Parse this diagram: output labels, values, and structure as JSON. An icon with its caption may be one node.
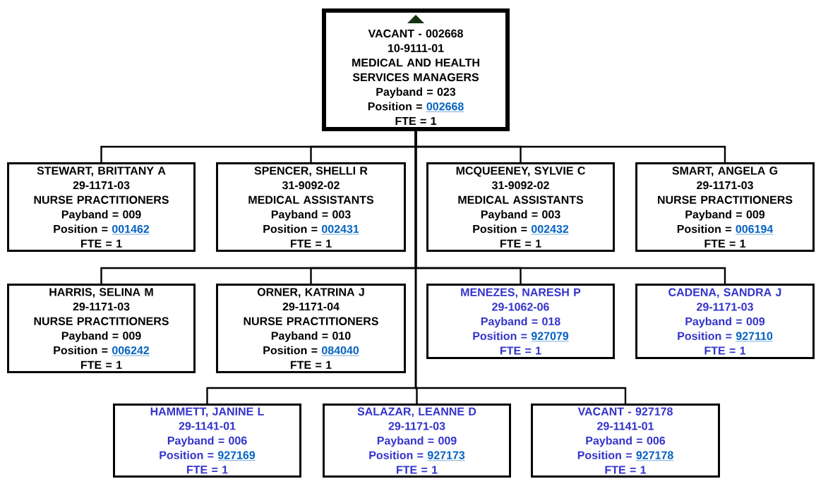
{
  "diagram": {
    "nodes": [
      {
        "text": [
          "VACANT - 002668",
          "10-9111-01",
          "MEDICAL AND HEALTH SERVICES MANAGERS",
          "Payband = 023",
          "Position =",
          "002668",
          "FTE = 1"
        ]
      },
      {
        "text": [
          "STEWART, BRITTANY A",
          "29-1171-03",
          "NURSE PRACTITIONERS",
          "Payband = 009",
          "Position =",
          "001462",
          "FTE = 1"
        ]
      },
      {
        "text": [
          "SPENCER, SHELLI R",
          "31-9092-02",
          "MEDICAL ASSISTANTS",
          "Payband = 003",
          "Position =",
          "002431",
          "FTE = 1"
        ]
      },
      {
        "text": [
          "MCQUEENEY, SYLVIE C",
          "31-9092-02",
          "MEDICAL ASSISTANTS",
          "Payband = 003",
          "Position =",
          "002432",
          "FTE = 1"
        ]
      },
      {
        "text": [
          "SMART, ANGELA G",
          "29-1171-03",
          "NURSE PRACTITIONERS",
          "Payband = 009",
          "Position =",
          "006194",
          "FTE = 1"
        ]
      },
      {
        "text": [
          "HARRIS, SELINA M",
          "29-1171-03",
          "NURSE PRACTITIONERS",
          "Payband = 009",
          "Position =",
          "006242",
          "FTE = 1"
        ]
      },
      {
        "text": [
          "ORNER, KATRINA J",
          "29-1171-04",
          "NURSE PRACTITIONERS",
          "Payband = 010",
          "Position =",
          "084040",
          "FTE = 1"
        ]
      },
      {
        "text": [
          "MENEZES, NARESH P",
          "29-1062-06",
          "Payband = 018",
          "Position =",
          "927079",
          "FTE = 1"
        ]
      },
      {
        "text": [
          "CADENA, SANDRA J",
          "29-1171-03",
          "Payband = 009",
          "Position =",
          "927110",
          "FTE = 1"
        ]
      },
      {
        "text": [
          "HAMMETT, JANINE L",
          "29-1141-01",
          "Payband = 006",
          "Position =",
          "927169",
          "FTE = 1"
        ]
      },
      {
        "text": [
          "SALAZAR, LEANNE D",
          "29-1171-03",
          "Payband = 009",
          "Position =",
          "927173",
          "FTE = 1"
        ]
      },
      {
        "text": [
          "VACANT - 927178",
          "29-1141-01",
          "Payband = 006",
          "Position =",
          "927178",
          "FTE = 1"
        ]
      }
    ],
    "edges": [
      {
        "from": 0,
        "to": 1,
        "arrow": "none"
      },
      {
        "from": 0,
        "to": 2,
        "arrow": "none"
      },
      {
        "from": 0,
        "to": 3,
        "arrow": "none"
      },
      {
        "from": 0,
        "to": 4,
        "arrow": "none"
      },
      {
        "from": 0,
        "to": 5,
        "arrow": "none"
      },
      {
        "from": 0,
        "to": 6,
        "arrow": "none"
      },
      {
        "from": 0,
        "to": 7,
        "arrow": "none"
      },
      {
        "from": 0,
        "to": 8,
        "arrow": "none"
      },
      {
        "from": 0,
        "to": 9,
        "arrow": "none"
      },
      {
        "from": 0,
        "to": 10,
        "arrow": "none"
      },
      {
        "from": 0,
        "to": 11,
        "arrow": "none"
      }
    ]
  }
}
